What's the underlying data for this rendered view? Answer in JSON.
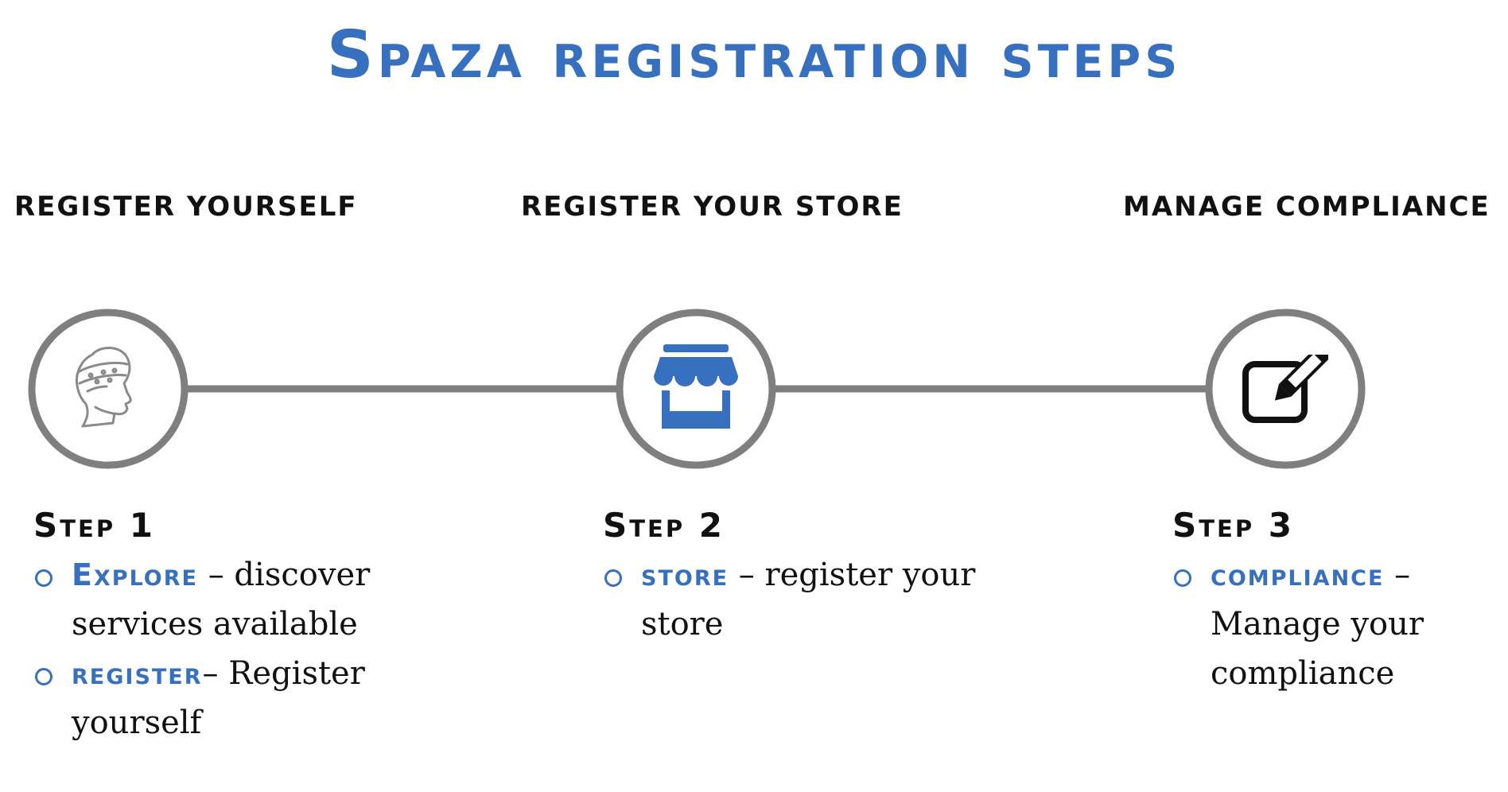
{
  "title": "Spaza registration steps",
  "colors": {
    "accent": "#3670bf",
    "ring": "#7f7f7f",
    "text": "#111111"
  },
  "phases": [
    {
      "label": "REGISTER YOURSELF"
    },
    {
      "label": "REGISTER YOUR STORE"
    },
    {
      "label": "MANAGE COMPLIANCE"
    }
  ],
  "steps": [
    {
      "heading": "Step 1",
      "icon": "person-head-icon",
      "items": [
        {
          "keyword": "Explore",
          "text": " – discover services available"
        },
        {
          "keyword": "register",
          "text": "– Register yourself"
        }
      ]
    },
    {
      "heading": "Step 2",
      "icon": "store-icon",
      "items": [
        {
          "keyword": "store",
          "text": " – register your store"
        }
      ]
    },
    {
      "heading": "Step 3",
      "icon": "edit-icon",
      "items": [
        {
          "keyword": "compliance",
          "text": " – Manage your compliance"
        }
      ]
    }
  ]
}
